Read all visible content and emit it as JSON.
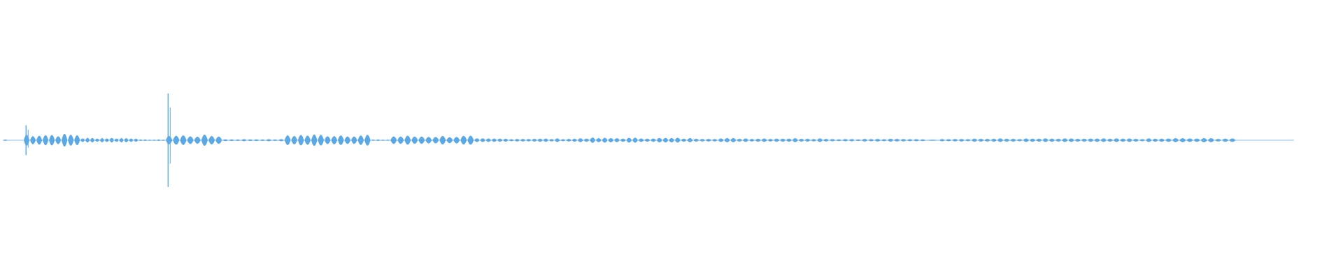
{
  "waveform": {
    "color": "#5aa9e6",
    "style": "mirrored-envelope",
    "segments": [
      {
        "id": "intro-tick",
        "t0": 0.0,
        "t1": 0.004,
        "amp": 0.02,
        "pulses": 1
      },
      {
        "id": "burst-1",
        "t0": 0.016,
        "t1": 0.06,
        "amp": 0.18,
        "pulses": 9,
        "spike": {
          "t": 0.018,
          "amp": 0.32
        }
      },
      {
        "id": "chirp-1",
        "t0": 0.06,
        "t1": 0.105,
        "amp": 0.07,
        "pulses": 12
      },
      {
        "id": "quiet-1",
        "t0": 0.105,
        "t1": 0.126,
        "amp": 0.02,
        "pulses": 6
      },
      {
        "id": "burst-2",
        "t0": 0.126,
        "t1": 0.17,
        "amp": 0.15,
        "pulses": 8,
        "spike": {
          "t": 0.128,
          "amp": 1.0
        }
      },
      {
        "id": "quiet-2",
        "t0": 0.17,
        "t1": 0.218,
        "amp": 0.03,
        "pulses": 10
      },
      {
        "id": "burst-3",
        "t0": 0.218,
        "t1": 0.285,
        "amp": 0.17,
        "pulses": 13
      },
      {
        "id": "quiet-3",
        "t0": 0.285,
        "t1": 0.3,
        "amp": 0.02,
        "pulses": 4
      },
      {
        "id": "burst-4",
        "t0": 0.3,
        "t1": 0.365,
        "amp": 0.13,
        "pulses": 12
      },
      {
        "id": "tail-1",
        "t0": 0.365,
        "t1": 0.445,
        "amp": 0.05,
        "pulses": 18
      },
      {
        "id": "mid-1",
        "t0": 0.445,
        "t1": 0.525,
        "amp": 0.07,
        "pulses": 17
      },
      {
        "id": "mid-2",
        "t0": 0.525,
        "t1": 0.64,
        "amp": 0.06,
        "pulses": 24
      },
      {
        "id": "mid-3",
        "t0": 0.64,
        "t1": 0.715,
        "amp": 0.04,
        "pulses": 15
      },
      {
        "id": "gap",
        "t0": 0.715,
        "t1": 0.725,
        "amp": 0.005,
        "pulses": 1
      },
      {
        "id": "late-1",
        "t0": 0.725,
        "t1": 0.9,
        "amp": 0.05,
        "pulses": 35
      },
      {
        "id": "late-2",
        "t0": 0.9,
        "t1": 0.955,
        "amp": 0.06,
        "pulses": 10
      }
    ]
  }
}
